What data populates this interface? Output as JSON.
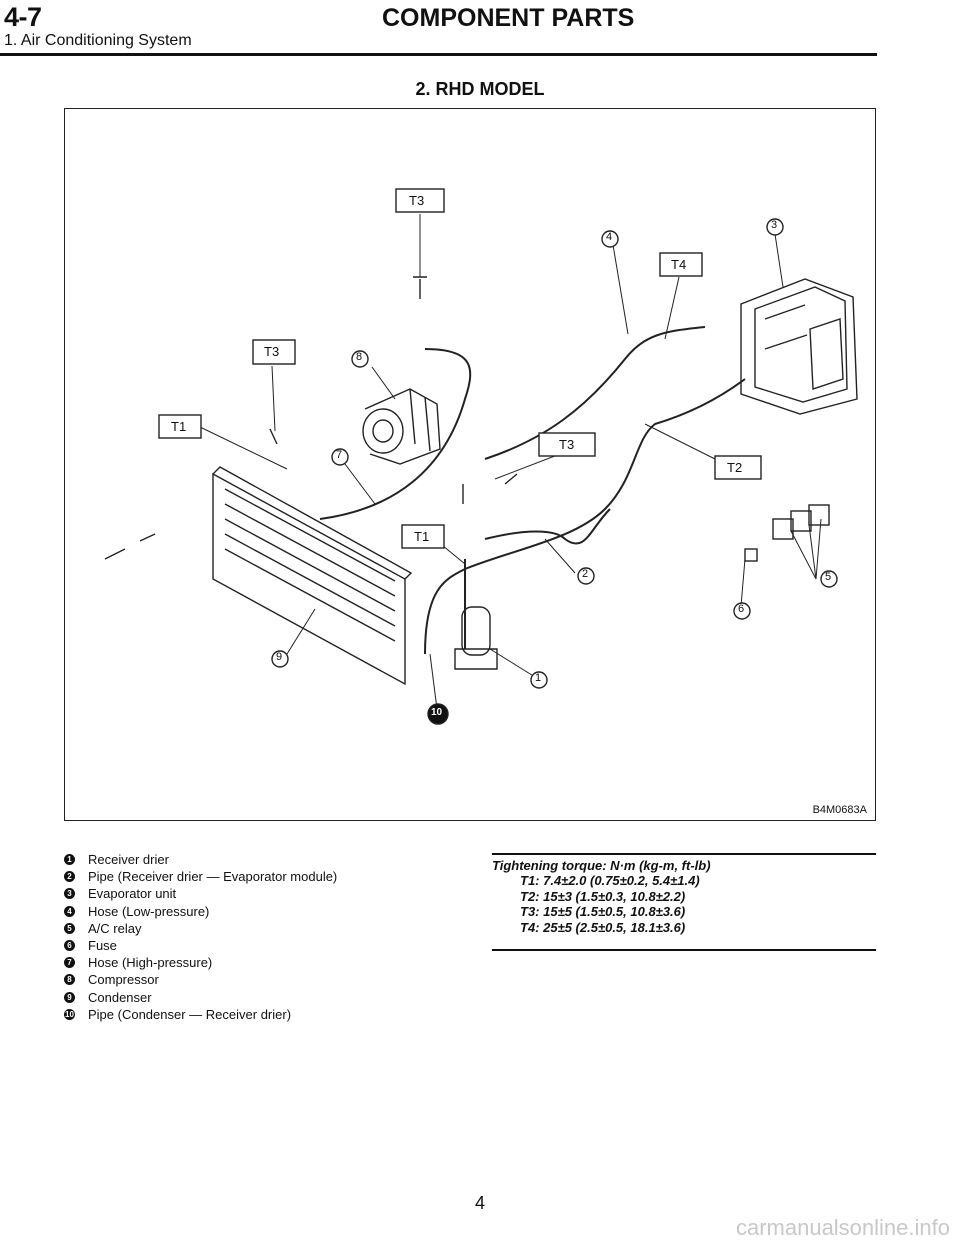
{
  "header": {
    "number": "4-7",
    "title": "COMPONENT PARTS",
    "subtitle": "1. Air Conditioning System"
  },
  "section_title": "2.  RHD MODEL",
  "figure": {
    "id": "B4M0683A",
    "callouts": {
      "t3a": "T3",
      "t3b": "T3",
      "t3c": "T3",
      "t4": "T4",
      "t1a": "T1",
      "t1b": "T1",
      "t2": "T2",
      "n1": "1",
      "n2": "2",
      "n3": "3",
      "n4": "4",
      "n5": "5",
      "n6": "6",
      "n7": "7",
      "n8": "8",
      "n9": "9",
      "n10": "10"
    }
  },
  "legend": [
    {
      "num": "1",
      "text": "Receiver drier"
    },
    {
      "num": "2",
      "text": "Pipe (Receiver drier — Evaporator module)"
    },
    {
      "num": "3",
      "text": "Evaporator unit"
    },
    {
      "num": "4",
      "text": "Hose (Low-pressure)"
    },
    {
      "num": "5",
      "text": "A/C relay"
    },
    {
      "num": "6",
      "text": "Fuse"
    },
    {
      "num": "7",
      "text": "Hose (High-pressure)"
    },
    {
      "num": "8",
      "text": "Compressor"
    },
    {
      "num": "9",
      "text": "Condenser"
    },
    {
      "num": "10",
      "text": "Pipe  (Condenser  —  Receiver drier)"
    }
  ],
  "torque": {
    "heading": "Tightening torque: N·m (kg-m, ft-lb)",
    "values": [
      "T1: 7.4±2.0 (0.75±0.2, 5.4±1.4)",
      "T2: 15±3 (1.5±0.3, 10.8±2.2)",
      "T3: 15±5 (1.5±0.5, 10.8±3.6)",
      "T4: 25±5 (2.5±0.5, 18.1±3.6)"
    ]
  },
  "page_number": "4",
  "watermark": "carmanualsonline.info"
}
